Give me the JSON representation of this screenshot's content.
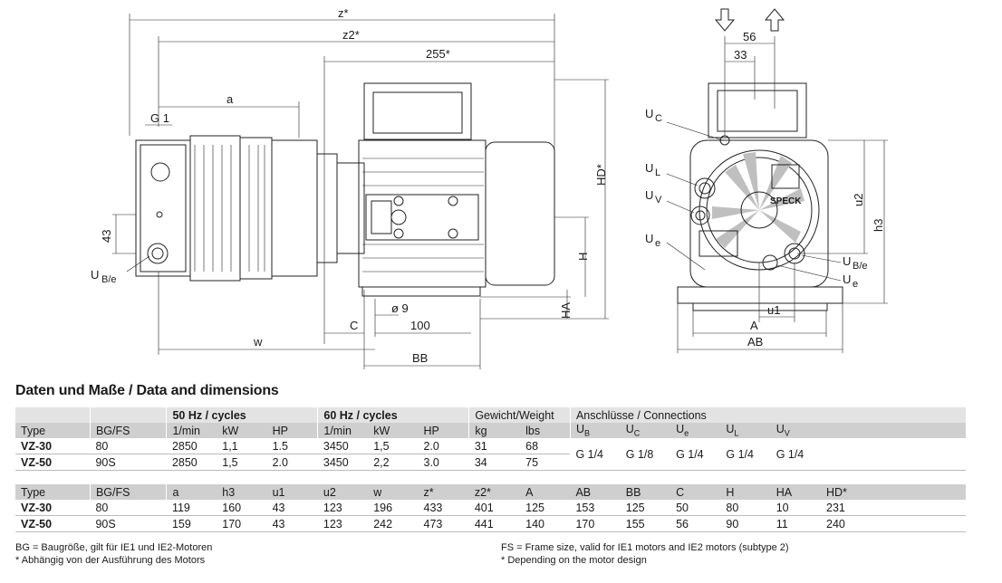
{
  "drawing": {
    "labels": {
      "z": "z*",
      "z2": "z2*",
      "d255": "255*",
      "a": "a",
      "g1": "G 1",
      "d43": "43",
      "ube": "U",
      "ube_sub": "B/e",
      "w": "w",
      "c": "C",
      "d9": "ø 9",
      "d100": "100",
      "bb": "BB",
      "h": "H",
      "ha": "HA",
      "hd": "HD*",
      "d56": "56",
      "d33": "33",
      "uc": "U",
      "uc_sub": "C",
      "ul": "U",
      "ul_sub": "L",
      "uv": "U",
      "uv_sub": "V",
      "ue": "U",
      "ue_sub": "e",
      "ube2": "U",
      "ube2_sub": "B/e",
      "ue2": "U",
      "ue2_sub": "e",
      "u2": "u2",
      "h3": "h3",
      "u1": "u1",
      "a_upper": "A",
      "ab": "AB",
      "brand": "SPECK"
    }
  },
  "section_title": "Daten und Maße / Data and dimensions",
  "table1": {
    "group_headers": [
      "",
      "",
      "50 Hz / cycles",
      "60 Hz / cycles",
      "Gewicht/Weight",
      "Anschlüsse / Connections"
    ],
    "headers": [
      "Type",
      "BG/FS",
      "1/min",
      "kW",
      "HP",
      "1/min",
      "kW",
      "HP",
      "kg",
      "lbs",
      "U",
      "U",
      "U",
      "U",
      "U"
    ],
    "header_subs": [
      "",
      "",
      "",
      "",
      "",
      "",
      "",
      "",
      "",
      "",
      "B",
      "C",
      "e",
      "L",
      "V"
    ],
    "rows": [
      [
        "VZ-30",
        "80",
        "2850",
        "1,1",
        "1.5",
        "3450",
        "1,5",
        "2.0",
        "31",
        "68"
      ],
      [
        "VZ-50",
        "90S",
        "2850",
        "1,5",
        "2.0",
        "3450",
        "2,2",
        "3.0",
        "34",
        "75"
      ]
    ],
    "connections": [
      "G 1/4",
      "G 1/8",
      "G 1/4",
      "G 1/4",
      "G 1/4"
    ]
  },
  "table2": {
    "headers": [
      "Type",
      "BG/FS",
      "a",
      "h3",
      "u1",
      "u2",
      "w",
      "z*",
      "z2*",
      "A",
      "AB",
      "BB",
      "C",
      "H",
      "HA",
      "HD*"
    ],
    "rows": [
      [
        "VZ-30",
        "80",
        "119",
        "160",
        "43",
        "123",
        "196",
        "433",
        "401",
        "125",
        "153",
        "125",
        "50",
        "80",
        "10",
        "231"
      ],
      [
        "VZ-50",
        "90S",
        "159",
        "170",
        "43",
        "123",
        "242",
        "473",
        "441",
        "140",
        "170",
        "155",
        "56",
        "90",
        "11",
        "240"
      ]
    ]
  },
  "notes": {
    "left": [
      "BG = Baugröße, gilt für IE1 und IE2-Motoren",
      "* Abhängig von der Ausführung des Motors"
    ],
    "right": [
      "FS = Frame size, valid for IE1 motors and IE2 motors (subtype 2)",
      "* Depending on the motor design"
    ]
  }
}
